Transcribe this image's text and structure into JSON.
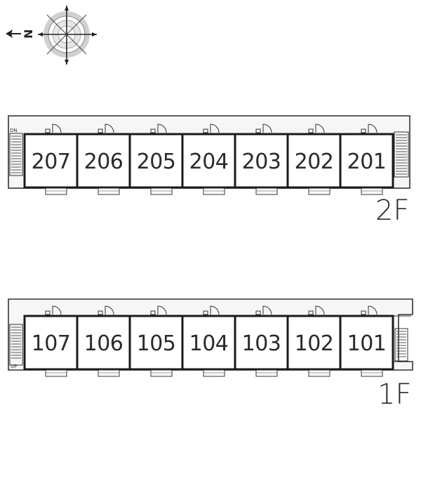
{
  "compass": {
    "north_label": "N",
    "icon": "compass-rose-icon"
  },
  "floors": [
    {
      "id": "2f",
      "label": "2F",
      "stair_label": "DN",
      "units": [
        "207",
        "206",
        "205",
        "204",
        "203",
        "202",
        "201"
      ]
    },
    {
      "id": "1f",
      "label": "1F",
      "stair_label": "UP",
      "units": [
        "107",
        "106",
        "105",
        "104",
        "103",
        "102",
        "101"
      ]
    }
  ],
  "colors": {
    "wall": "#1a1a1a",
    "corridor": "#f4f4f4",
    "line": "#333333"
  }
}
